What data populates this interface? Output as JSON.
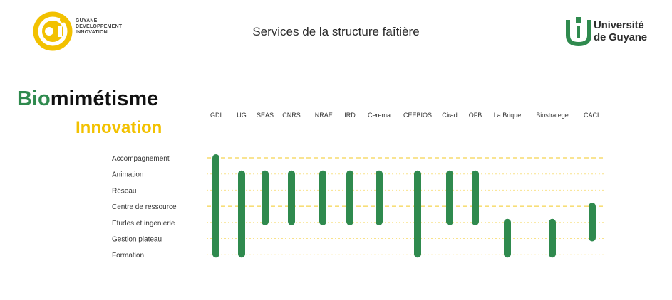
{
  "header": {
    "title": "Services de la structure faîtière",
    "left_logo": {
      "icon": "gdi-logo-icon",
      "lines": [
        "GUYANE",
        "DÉVELOPPEMENT",
        "INNOVATION"
      ],
      "color": "#f2c100"
    },
    "right_logo": {
      "icon": "ug-logo-icon",
      "lines": [
        "Université",
        "de Guyane"
      ],
      "color": "#2f8a4e"
    }
  },
  "brand": {
    "line1_accent": "Bio",
    "line1_rest": "mimétisme",
    "line2": "Innovation",
    "accent_green": "#2f8a4e",
    "accent_yellow": "#f2c100"
  },
  "chart_data": {
    "type": "bar",
    "orientation": "vertical-range",
    "title": "",
    "xlabel": "",
    "ylabel": "",
    "categories": [
      "GDI",
      "UG",
      "SEAS",
      "CNRS",
      "INRAE",
      "IRD",
      "Cerema",
      "CEEBIOS",
      "Cirad",
      "OFB",
      "La Brique",
      "Biostratege",
      "CACL"
    ],
    "levels": [
      "Accompagnement",
      "Animation",
      "Réseau",
      "Centre de ressource",
      "Etudes et ingenierie",
      "Gestion plateau",
      "Formation"
    ],
    "ranges": [
      {
        "category": "GDI",
        "from": "Accompagnement",
        "to": "Formation"
      },
      {
        "category": "UG",
        "from": "Animation",
        "to": "Formation"
      },
      {
        "category": "SEAS",
        "from": "Animation",
        "to": "Etudes et ingenierie"
      },
      {
        "category": "CNRS",
        "from": "Animation",
        "to": "Etudes et ingenierie"
      },
      {
        "category": "INRAE",
        "from": "Animation",
        "to": "Etudes et ingenierie"
      },
      {
        "category": "IRD",
        "from": "Animation",
        "to": "Etudes et ingenierie"
      },
      {
        "category": "Cerema",
        "from": "Animation",
        "to": "Etudes et ingenierie"
      },
      {
        "category": "CEEBIOS",
        "from": "Animation",
        "to": "Formation"
      },
      {
        "category": "Cirad",
        "from": "Animation",
        "to": "Etudes et ingenierie"
      },
      {
        "category": "OFB",
        "from": "Animation",
        "to": "Etudes et ingenierie"
      },
      {
        "category": "La Brique",
        "from": "Etudes et ingenierie",
        "to": "Formation"
      },
      {
        "category": "Biostratege",
        "from": "Etudes et ingenierie",
        "to": "Formation"
      },
      {
        "category": "CACL",
        "from": "Centre de ressource",
        "to": "Gestion plateau"
      }
    ],
    "bar_color": "#2f8a4e",
    "gridline_color": "#f2c100",
    "grid": true,
    "legend": "none"
  }
}
